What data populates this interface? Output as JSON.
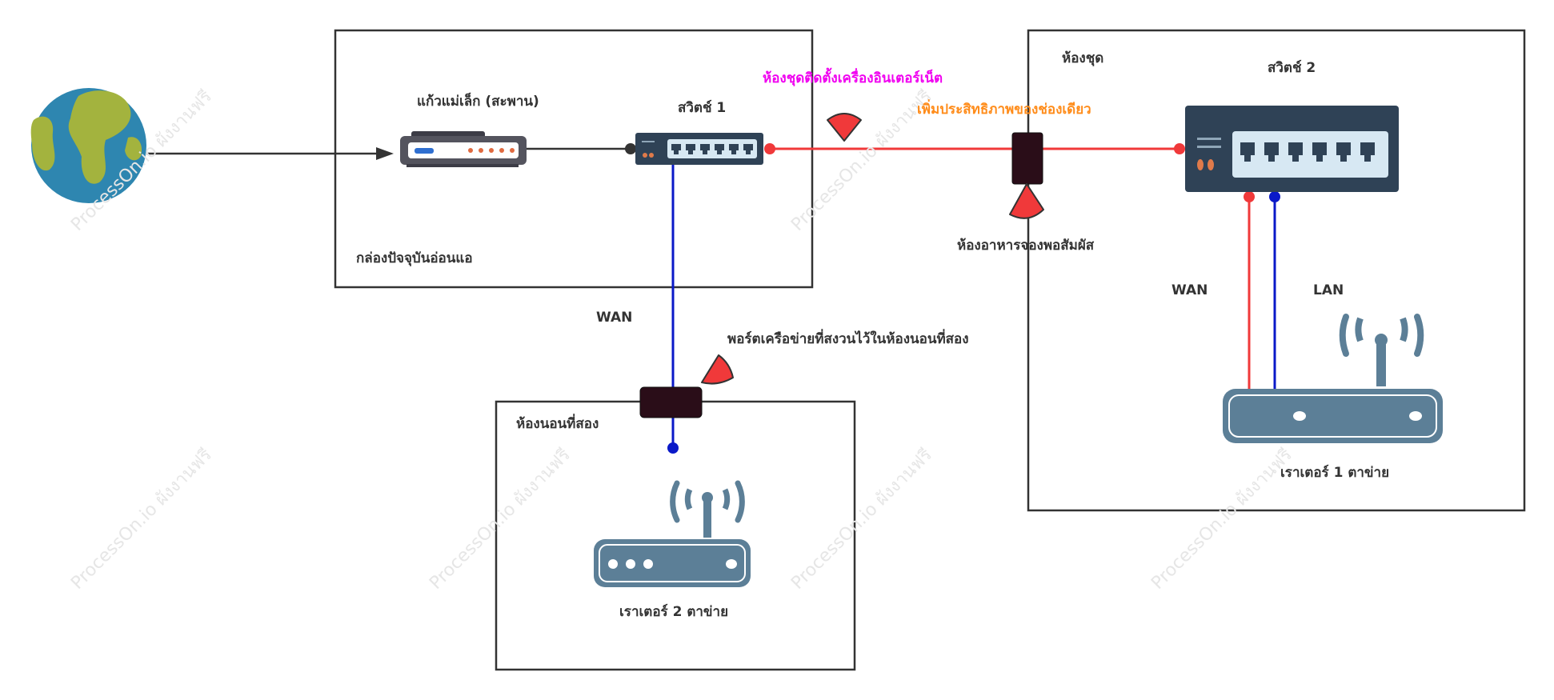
{
  "colors": {
    "border": "#333333",
    "red_line": "#f0393a",
    "blue_line": "#0a19c8",
    "black_line": "#333333",
    "magenta_text": "#f000f0",
    "orange_text": "#ff8c1a",
    "device_dark": "#2f4256",
    "router_blue": "#5c7f97",
    "jack_dark": "#2a0d18"
  },
  "labels": {
    "bridge": "แก้วแม่เล็ก (สะพาน)",
    "switch1": "สวิตช์ 1",
    "current_box": "กล่องปัจจุบันอ่อนแอ",
    "suite_install": "ห้องชุดติดตั้งเครื่องอินเตอร์เน็ต",
    "single_channel": "เพิ่มประสิทธิภาพของช่องเดียว",
    "suite": "ห้องชุด",
    "switch2": "สวิตช์ 2",
    "dining": "ห้องอาหารจองพอสัมผัส",
    "wan1": "WAN",
    "wan2": "WAN",
    "lan": "LAN",
    "reserved_port": "พอร์ตเครือข่ายที่สงวนไว้ในห้องนอนที่สอง",
    "second_bedroom": "ห้องนอนที่สอง",
    "router1": "เราเตอร์ 1 ตาข่าย",
    "router2": "เราเตอร์ 2 ตาข่าย"
  },
  "watermark": "ProcessOn.io ผังงานฟรี",
  "icons": {
    "globe": "globe-icon",
    "bridge": "modem-icon",
    "switch": "network-switch-icon",
    "router": "wifi-router-icon",
    "jack": "wall-jack-icon",
    "signal": "wifi-signal-icon"
  }
}
